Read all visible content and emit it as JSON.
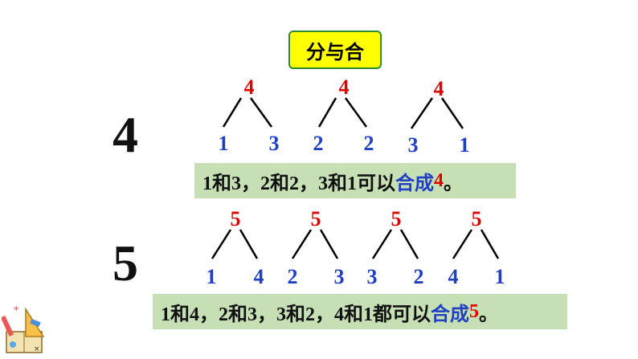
{
  "title": "分与合",
  "groups": [
    {
      "number": "4",
      "trees": [
        {
          "top": "4",
          "left": "1",
          "right": "3"
        },
        {
          "top": "4",
          "left": "2",
          "right": "2"
        },
        {
          "top": "4",
          "left": "3",
          "right": "1"
        }
      ],
      "statement_prefix": "1和3，2和2，3和1可以",
      "statement_keyword": "合成",
      "statement_number": "4",
      "statement_suffix": "。"
    },
    {
      "number": "5",
      "trees": [
        {
          "top": "5",
          "left": "1",
          "right": "4"
        },
        {
          "top": "5",
          "left": "2",
          "right": "3"
        },
        {
          "top": "5",
          "left": "3",
          "right": "2"
        },
        {
          "top": "5",
          "left": "4",
          "right": "1"
        }
      ],
      "statement_prefix": "1和4，2和3，3和2，4和1都可以",
      "statement_keyword": "合成",
      "statement_number": "5",
      "statement_suffix": "。"
    }
  ],
  "colors": {
    "title_bg": "#ffff00",
    "top_number": "#e00000",
    "leaf_number": "#1f3fc4",
    "statement_bg": "#c6dfb4"
  },
  "decoration_icon": "math-tools-icon"
}
